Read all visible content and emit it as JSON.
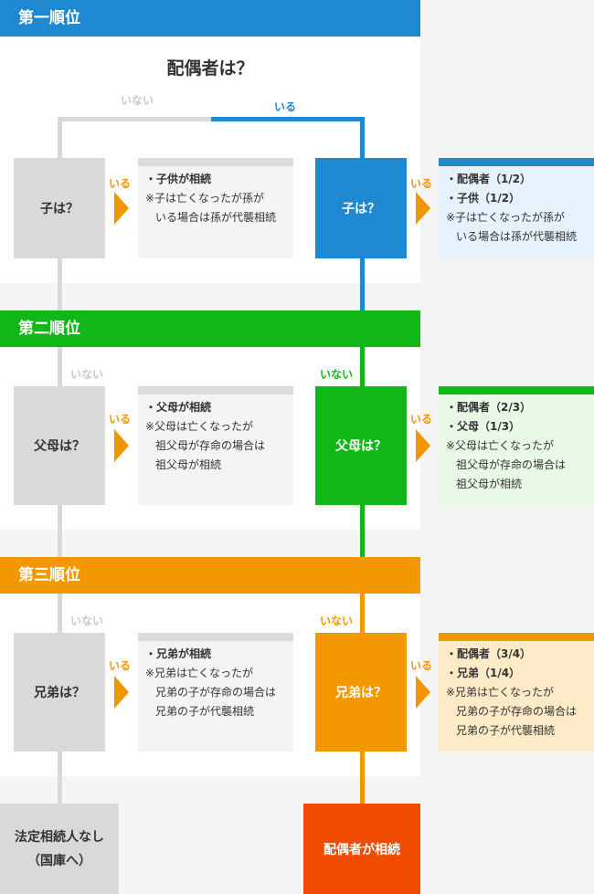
{
  "colors": {
    "first": "#1e88d0",
    "second": "#11b716",
    "third": "#f39800",
    "final": "#f04b00",
    "gray": "#d9d9d9",
    "arrow": "#f29600"
  },
  "first": {
    "title": "第一順位",
    "question": "配偶者は？",
    "spouse_no": "いない",
    "spouse_yes": "いる",
    "left_box": "子は？",
    "left_yes": "いる",
    "left_note": [
      "・子供が相続",
      "※子は亡くなったが孫が",
      "いる場合は孫が代襲相続"
    ],
    "right_box": "子は？",
    "right_yes": "いる",
    "right_result": [
      "・配偶者（1/2）",
      "・子供（1/2）",
      "※子は亡くなったが孫が",
      "いる場合は孫が代襲相続"
    ]
  },
  "second": {
    "title": "第二順位",
    "left_no": "いない",
    "right_no": "いない",
    "left_box": "父母は？",
    "left_yes": "いる",
    "left_note": [
      "・父母が相続",
      "※父母は亡くなったが",
      "祖父母が存命の場合は",
      "祖父母が相続"
    ],
    "right_box": "父母は？",
    "right_yes": "いる",
    "right_result": [
      "・配偶者（2/3）",
      "・父母（1/3）",
      "※父母は亡くなったが",
      "祖父母が存命の場合は",
      "祖父母が相続"
    ]
  },
  "third": {
    "title": "第三順位",
    "left_no": "いない",
    "right_no": "いない",
    "left_box": "兄弟は？",
    "left_yes": "いる",
    "left_note": [
      "・兄弟が相続",
      "※兄弟は亡くなったが",
      "兄弟の子が存命の場合は",
      "兄弟の子が代襲相続"
    ],
    "right_box": "兄弟は？",
    "right_yes": "いる",
    "right_result": [
      "・配偶者（3/4）",
      "・兄弟（1/4）",
      "※兄弟は亡くなったが",
      "兄弟の子が存命の場合は",
      "兄弟の子が代襲相続"
    ]
  },
  "final": {
    "left_line1": "法定相続人なし",
    "left_line2": "（国庫へ）",
    "right": "配偶者が相続"
  }
}
